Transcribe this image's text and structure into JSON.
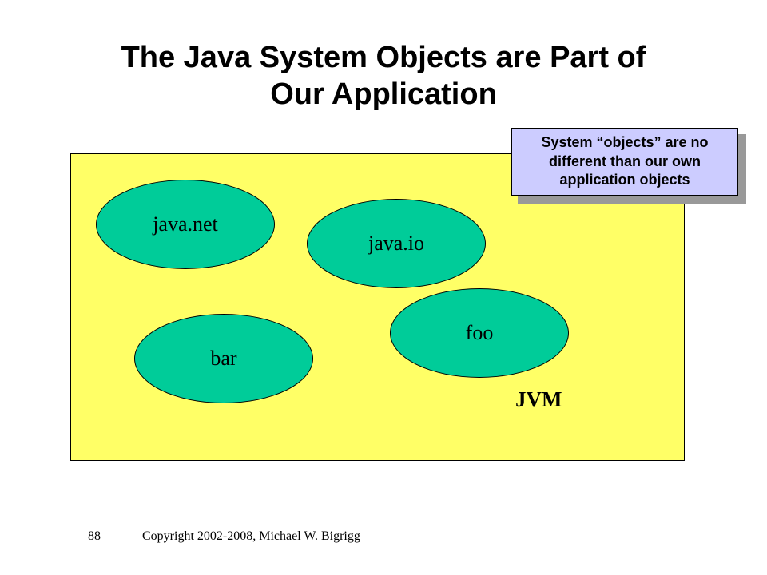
{
  "slide": {
    "title_line1": "The Java System Objects are Part of",
    "title_line2": "Our Application",
    "callout": "System “objects” are no different than our own application objects",
    "container_label": "JVM",
    "objects": [
      "java.net",
      "java.io",
      "foo",
      "bar"
    ],
    "colors": {
      "container": "#ffff66",
      "object": "#00cc99",
      "callout": "#ccccff"
    }
  },
  "footer": {
    "page_number": "88",
    "copyright": "Copyright 2002-2008, Michael W. Bigrigg"
  }
}
